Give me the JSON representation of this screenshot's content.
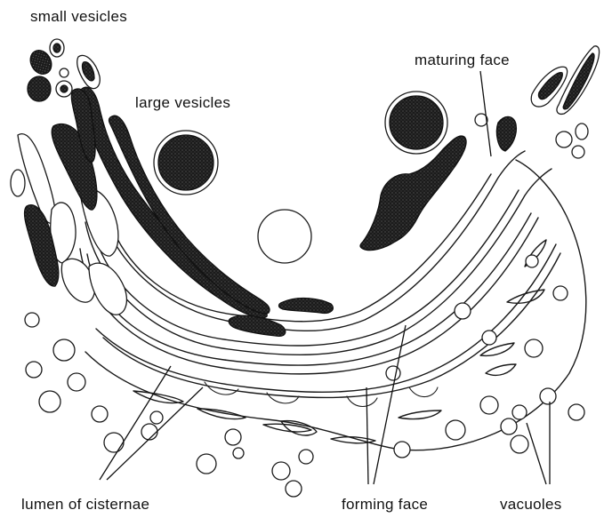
{
  "figure": {
    "labels": {
      "small_vesicles": "small  vesicles",
      "large_vesicles": "large  vesicles",
      "maturing_face": "maturing  face",
      "lumen_of_cisternae": "lumen  of  cisternae",
      "forming_face": "forming  face",
      "vacuoles": "vacuoles"
    }
  }
}
